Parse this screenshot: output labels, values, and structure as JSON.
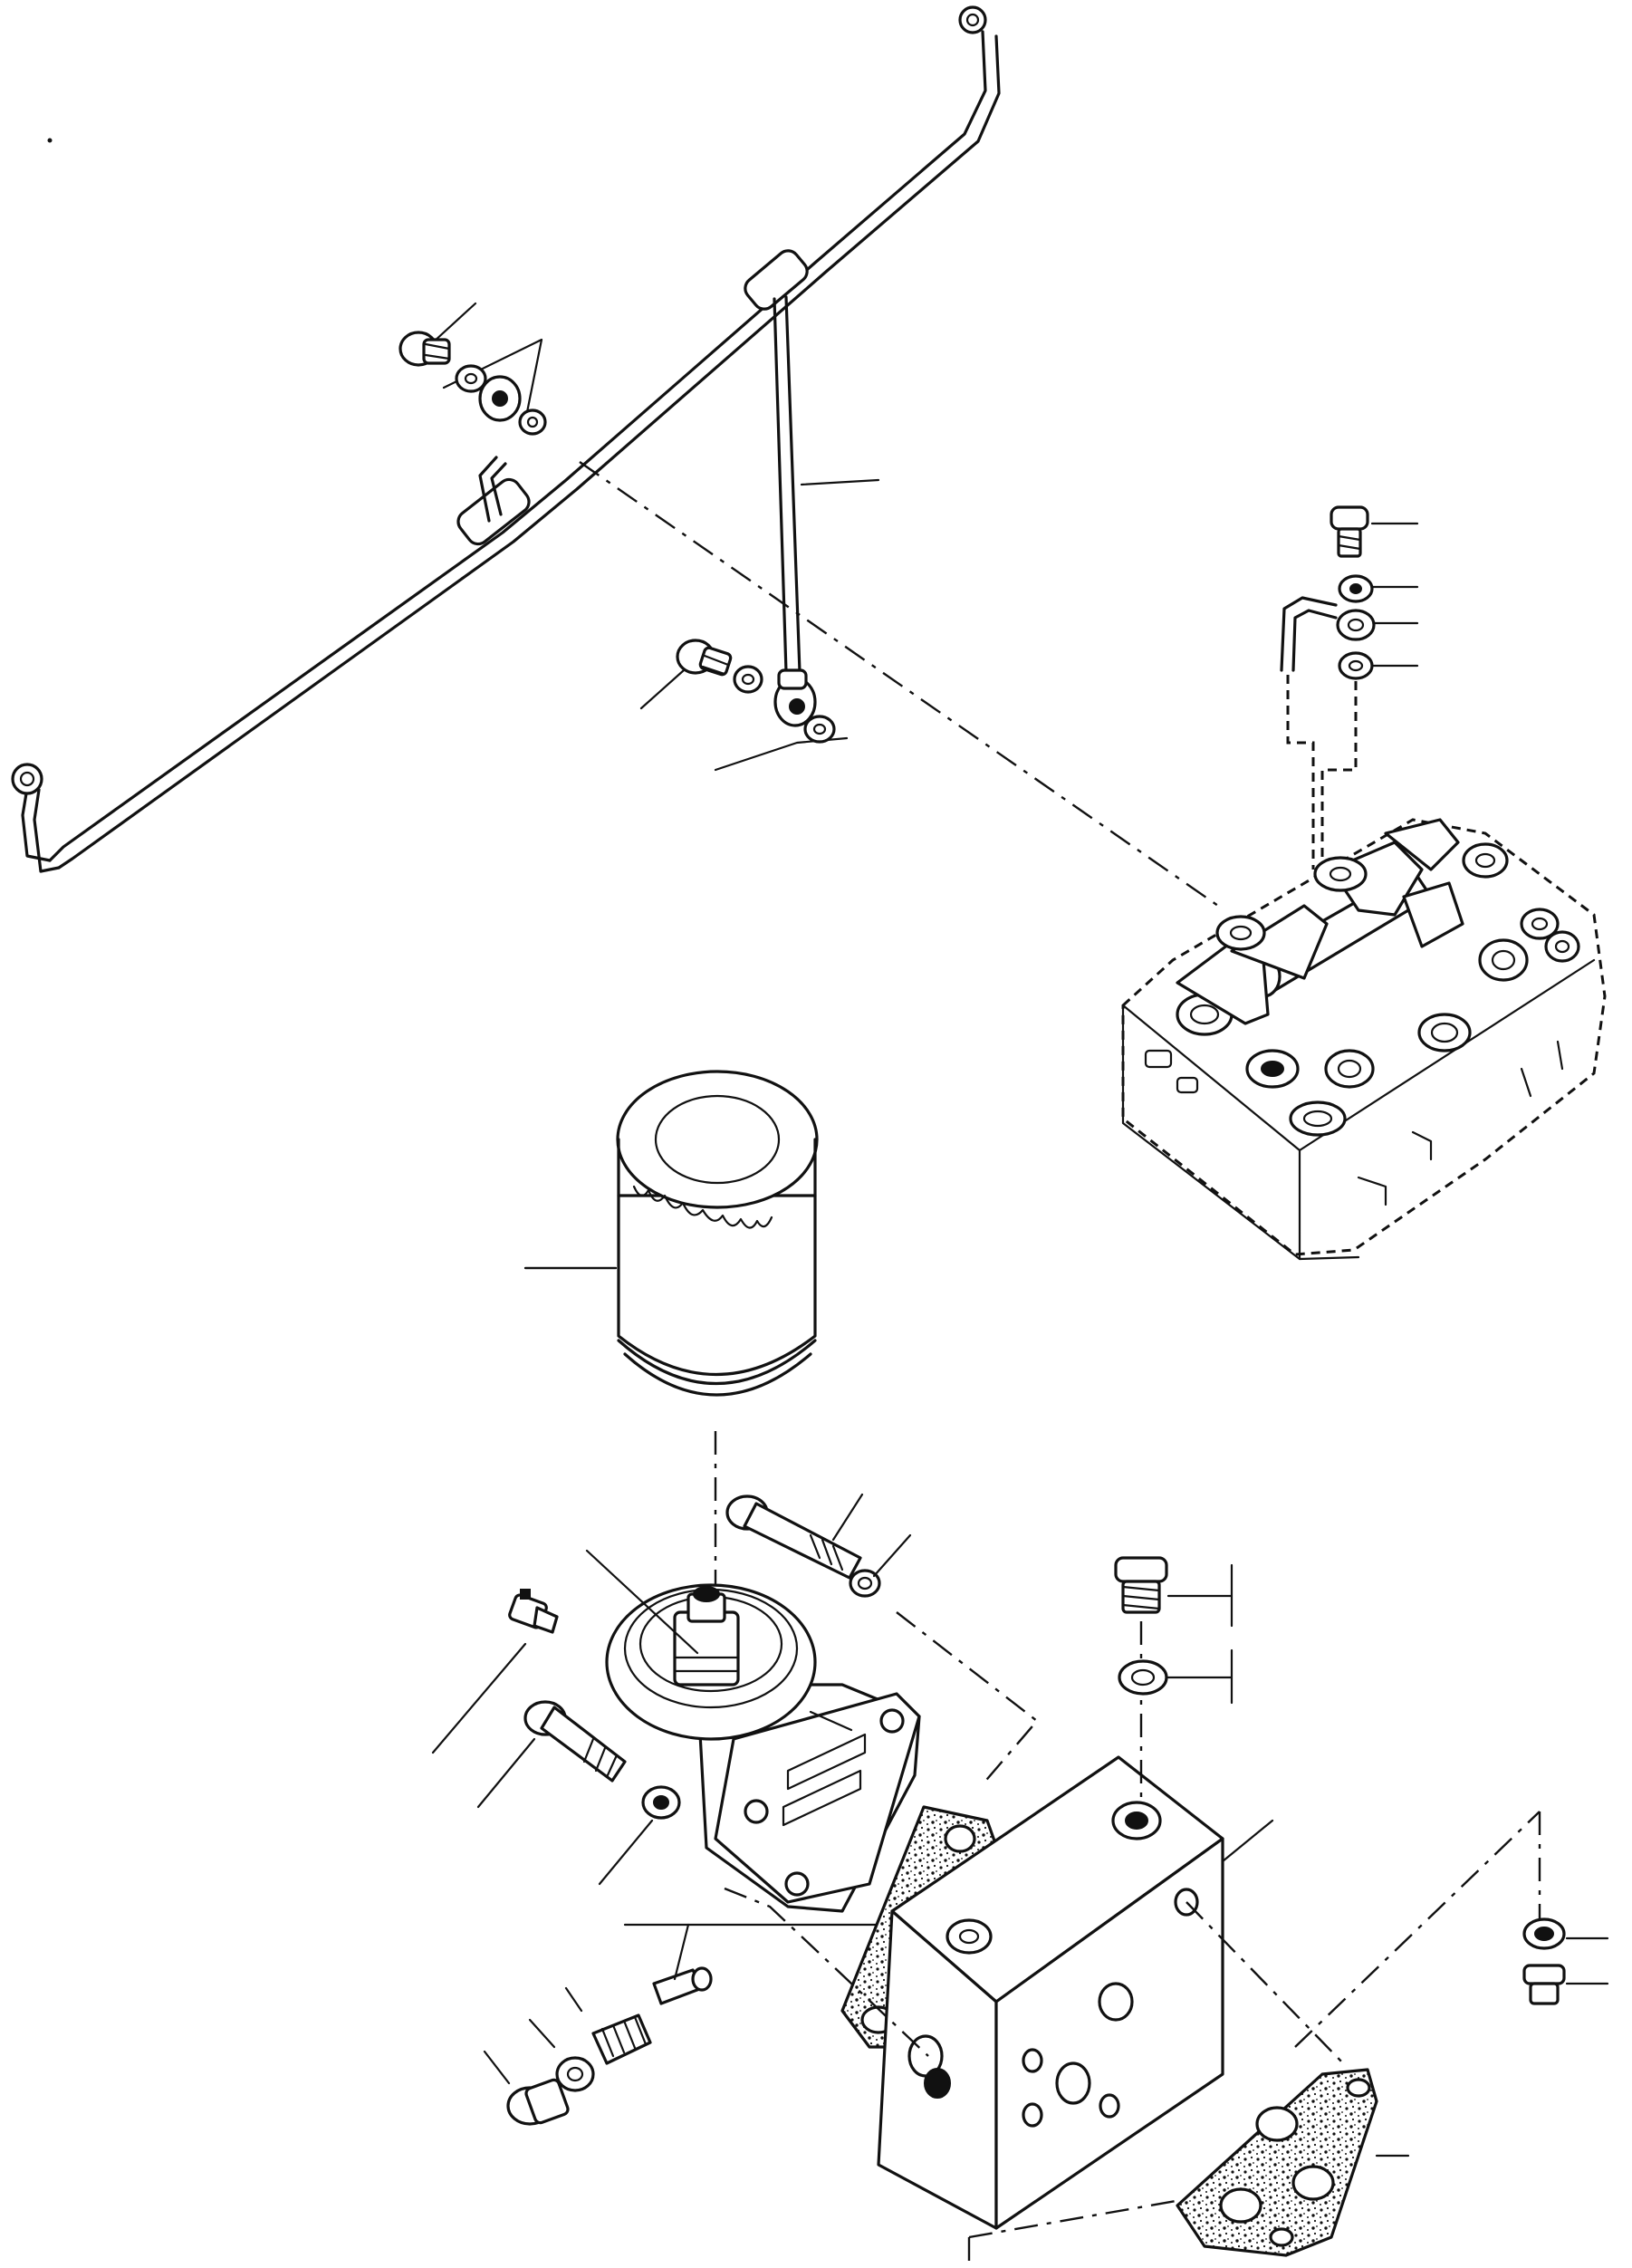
{
  "figure": {
    "kind": "exploded-parts-diagram",
    "text_labels": []
  },
  "parts": [
    {
      "name": "oil-line-tube"
    },
    {
      "name": "oil-line-branch-tube"
    },
    {
      "name": "banjo-bolt-upper"
    },
    {
      "name": "banjo-bolt-lower"
    },
    {
      "name": "sealing-washers"
    },
    {
      "name": "cylinder-head-assembly"
    },
    {
      "name": "rocker-feed-tube"
    },
    {
      "name": "oil-filter-element"
    },
    {
      "name": "filter-head"
    },
    {
      "name": "filter-head-bolt"
    },
    {
      "name": "pressure-sender"
    },
    {
      "name": "filter-cooler-housing"
    },
    {
      "name": "housing-gasket"
    },
    {
      "name": "cover-gasket"
    },
    {
      "name": "plug"
    },
    {
      "name": "relief-valve-spring"
    },
    {
      "name": "relief-valve-plunger"
    }
  ]
}
